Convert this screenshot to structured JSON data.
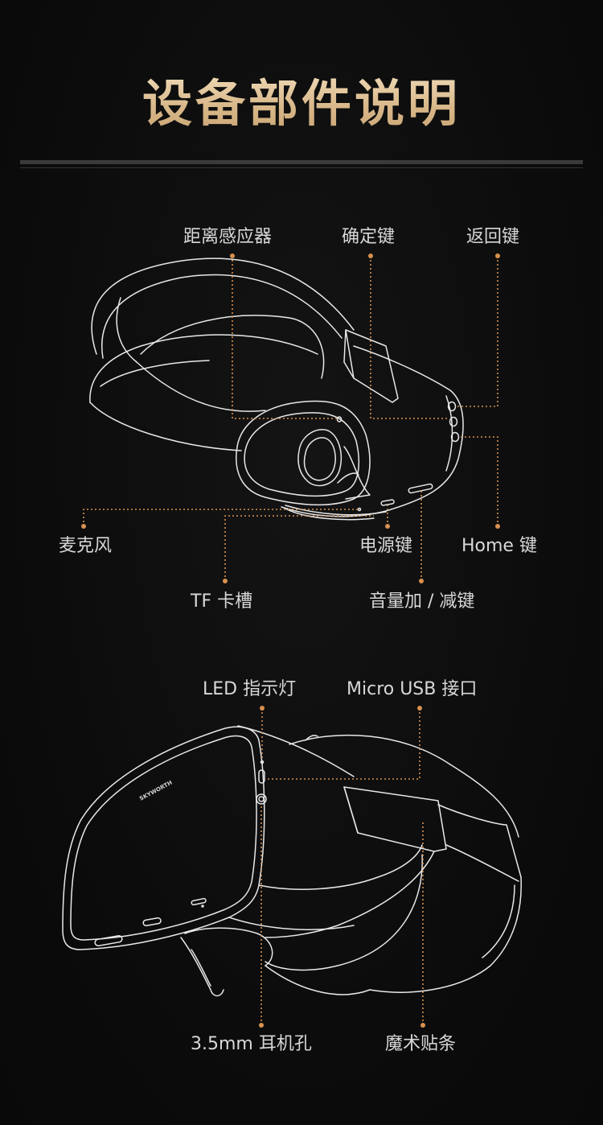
{
  "title": "设备部件说明",
  "brand": "SKYWORTH",
  "accent_color": "#d8914f",
  "top_view": {
    "labels": {
      "proximity_sensor": "距离感应器",
      "confirm_key": "确定键",
      "back_key": "返回键",
      "microphone": "麦克风",
      "power_key": "电源键",
      "home_key": "Home 键",
      "tf_slot": "TF 卡槽",
      "volume_key": "音量加 / 减键"
    }
  },
  "bottom_view": {
    "labels": {
      "led_indicator": "LED 指示灯",
      "micro_usb": "Micro USB 接口",
      "headphone_jack": "3.5mm 耳机孔",
      "velcro_strap": "魔术贴条"
    }
  }
}
